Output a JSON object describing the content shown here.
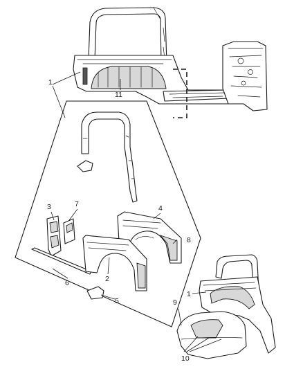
{
  "callouts": {
    "c1a": "1",
    "c11": "11",
    "c3": "3",
    "c7": "7",
    "c4": "4",
    "c8": "8",
    "c2": "2",
    "c6": "6",
    "c5": "5",
    "c1b": "1",
    "c9": "9",
    "c10": "10"
  }
}
